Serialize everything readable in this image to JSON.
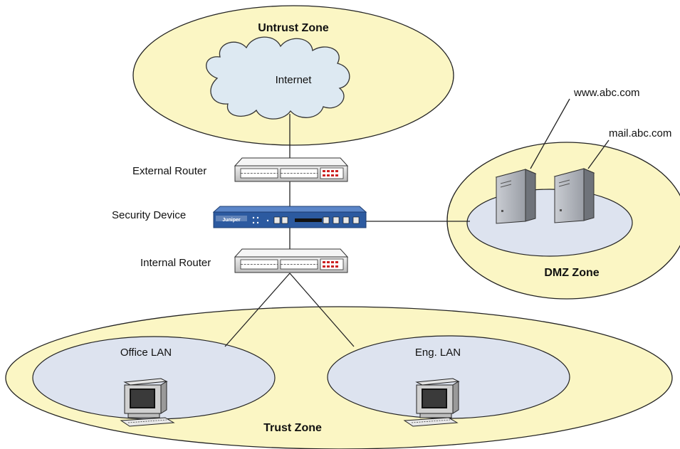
{
  "zones": {
    "untrust": "Untrust Zone",
    "dmz": "DMZ Zone",
    "trust": "Trust Zone"
  },
  "internet": "Internet",
  "devices": {
    "external_router": "External Router",
    "security_device": "Security Device",
    "internal_router": "Internal Router",
    "brand": "Juniper"
  },
  "servers": {
    "web": "www.abc.com",
    "mail": "mail.abc.com"
  },
  "lans": {
    "office": "Office LAN",
    "eng": "Eng. LAN"
  },
  "colors": {
    "zone_fill": "#fbf6c4",
    "lan_fill": "#dde3ef",
    "cloud_fill": "#dde9f2",
    "security_device": "#2c5aa0"
  }
}
